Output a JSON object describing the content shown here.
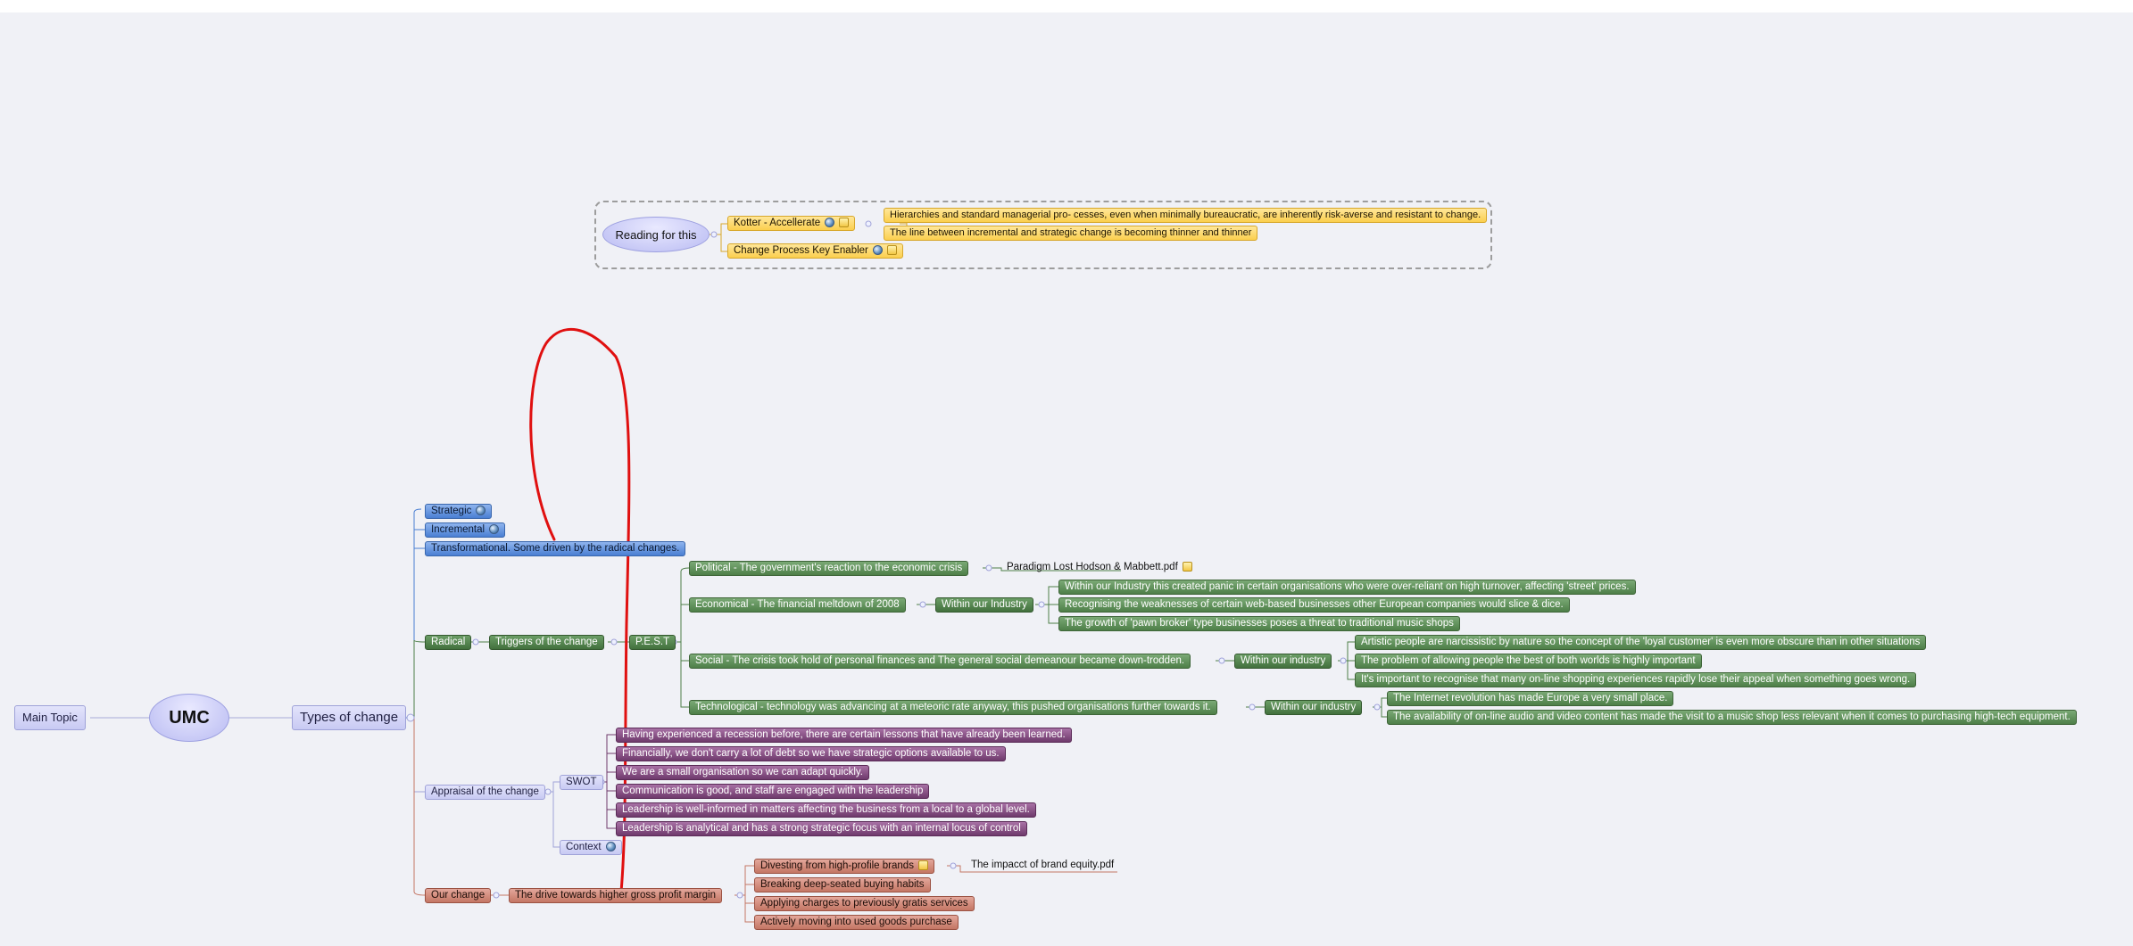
{
  "root": {
    "main_topic": "Main Topic",
    "center": "UMC",
    "types": "Types of change"
  },
  "reading": {
    "label": "Reading for this",
    "kotter": "Kotter - Accellerate",
    "enabler": "Change Process Key Enabler",
    "notes": [
      "Hierarchies and standard managerial pro- cesses, even when minimally bureaucratic, are inherently risk-averse and resistant to change.",
      "The line between incremental and strategic change is becoming thinner and thinner"
    ]
  },
  "change_types": {
    "strategic": "Strategic",
    "incremental": "Incremental",
    "transformational": "Transformational. Some driven by the radical changes."
  },
  "radical": {
    "label": "Radical",
    "triggers": "Triggers of the change",
    "pest": "P.E.S.T",
    "political": {
      "label": "Political - The government's reaction to the economic crisis",
      "attachment": "Paradigm Lost Hodson & Mabbett.pdf"
    },
    "economical": {
      "label": "Economical - The financial meltdown of 2008",
      "within": "Within our Industry",
      "items": [
        "Within our Industry this created panic in certain organisations who were over-reliant on high turnover, affecting 'street' prices.",
        "Recognising the weaknesses of certain web-based businesses other European companies would slice & dice.",
        "The growth of 'pawn broker' type businesses poses a threat to traditional music shops"
      ]
    },
    "social": {
      "label": "Social - The crisis took hold of personal finances and The general social demeanour became down-trodden.",
      "within": "Within our industry",
      "items": [
        "Artistic people are narcissistic by nature so the concept of the 'loyal customer' is even more obscure than in other situations",
        "The problem of allowing people the best of both worlds is highly important",
        "It's important to recognise that many on-line shopping experiences rapidly lose their appeal when something goes wrong."
      ]
    },
    "technological": {
      "label": "Technological - technology was advancing at a meteoric rate anyway, this pushed organisations further towards it.",
      "within": "Within our industry",
      "items": [
        "The Internet revolution has made Europe a very small place.",
        "The availability of on-line audio and video content has made the visit to a music shop less relevant when it comes to purchasing high-tech equipment."
      ]
    }
  },
  "appraisal": {
    "label": "Appraisal  of the change",
    "swot": "SWOT",
    "context": "Context",
    "swot_items": [
      "Having experienced a recession before, there are certain lessons that have already been learned.",
      "Financially, we don't carry a lot of debt so we have strategic options available to us.",
      "We are a small organisation so we can adapt quickly.",
      "Communication is good, and staff are engaged with the leadership",
      "Leadership is well-informed in matters affecting the business from a local to a global level.",
      "Leadership is analytical and has a strong strategic focus with an internal locus of control"
    ]
  },
  "our_change": {
    "label": "Our change",
    "drive": "The drive towards higher gross profit margin",
    "items": [
      "Divesting from high-profile brands",
      "Breaking deep-seated buying habits",
      "Applying charges to previously gratis services",
      "Actively moving into used goods purchase"
    ],
    "attachment": "The impacct of brand equity.pdf"
  },
  "colors": {
    "green": "#4e7f48",
    "purple": "#6f3a6c",
    "red": "#c47664",
    "blue": "#4a7fd3",
    "lavender": "#c8caf3",
    "yellow": "#fbcf4e",
    "annotation": "#e01010"
  }
}
